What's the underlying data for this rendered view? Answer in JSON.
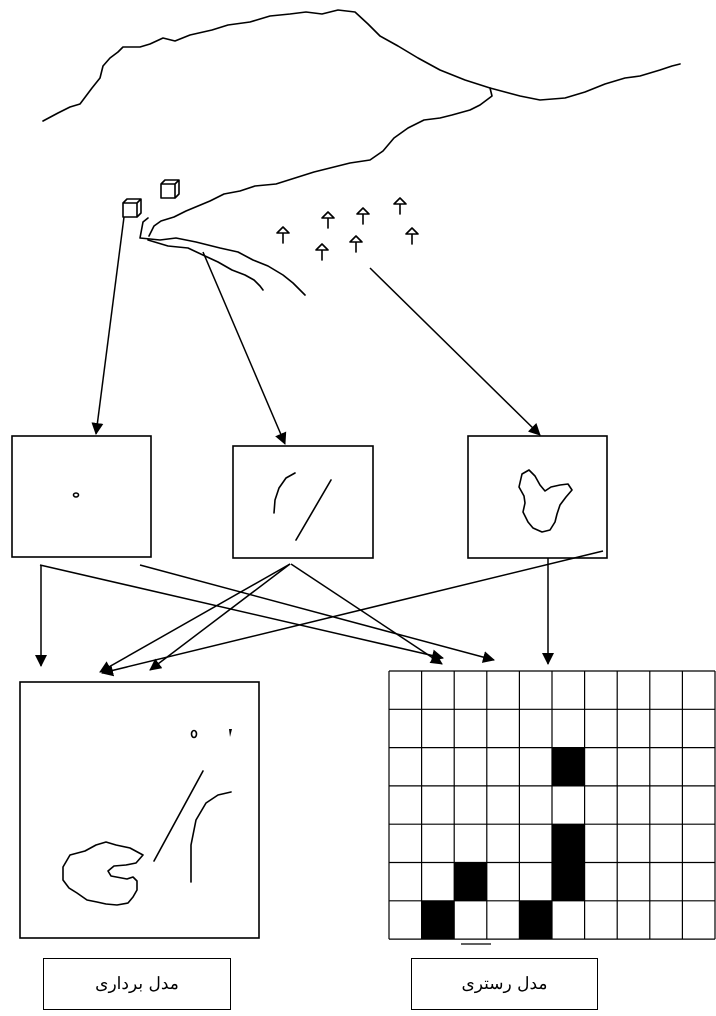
{
  "labels": {
    "vector_model": "مدل برداری",
    "raster_model": "مدل رستری"
  },
  "raster_grid": {
    "columns": 10,
    "rows": 7,
    "filled_cells": [
      [
        5,
        2
      ],
      [
        5,
        4
      ],
      [
        5,
        5
      ],
      [
        2,
        5
      ],
      [
        1,
        6
      ],
      [
        4,
        6
      ]
    ]
  }
}
